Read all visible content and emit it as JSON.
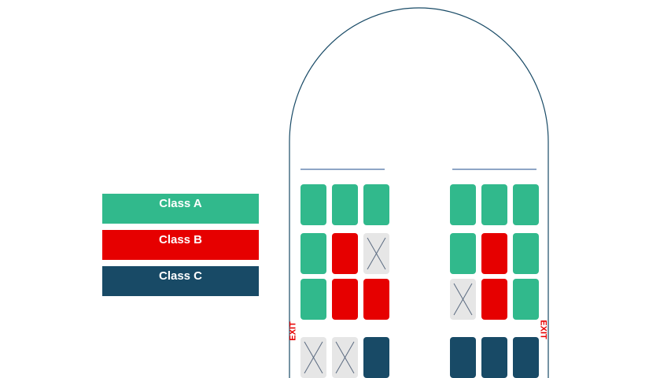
{
  "legend": [
    {
      "label": "Class A",
      "color": "#31b98c"
    },
    {
      "label": "Class B",
      "color": "#e60000"
    },
    {
      "label": "Class C",
      "color": "#184a66"
    }
  ],
  "exit_label": "EXIT",
  "unavailable_color": "#e6e6e6",
  "seat_rows": [
    {
      "left": [
        "A",
        "A",
        "A"
      ],
      "right": [
        "A",
        "A",
        "A"
      ]
    },
    {
      "left": [
        "A",
        "B",
        "X"
      ],
      "right": [
        "A",
        "B",
        "A"
      ]
    },
    {
      "left": [
        "A",
        "B",
        "B"
      ],
      "right": [
        "X",
        "B",
        "A"
      ]
    },
    {
      "left": [
        "X",
        "X",
        "C"
      ],
      "right": [
        "C",
        "C",
        "C"
      ]
    }
  ]
}
